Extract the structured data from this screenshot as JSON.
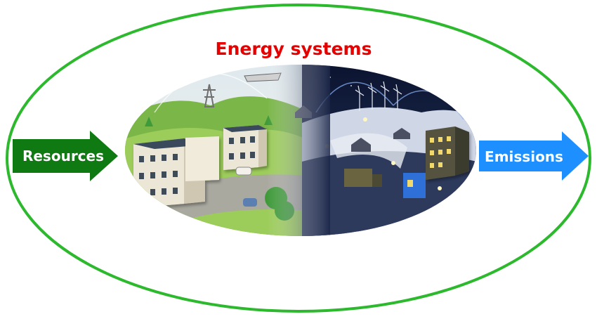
{
  "diagram": {
    "title": "Energy systems",
    "input_label": "Resources",
    "output_label": "Emissions",
    "colors": {
      "boundary": "#2db92d",
      "title": "#e60000",
      "input_arrow": "#0f7a12",
      "output_arrow": "#1e8fff",
      "label_text": "#ffffff"
    },
    "illustration": {
      "day_side": "day-town-scene",
      "night_side": "night-town-scene"
    }
  }
}
